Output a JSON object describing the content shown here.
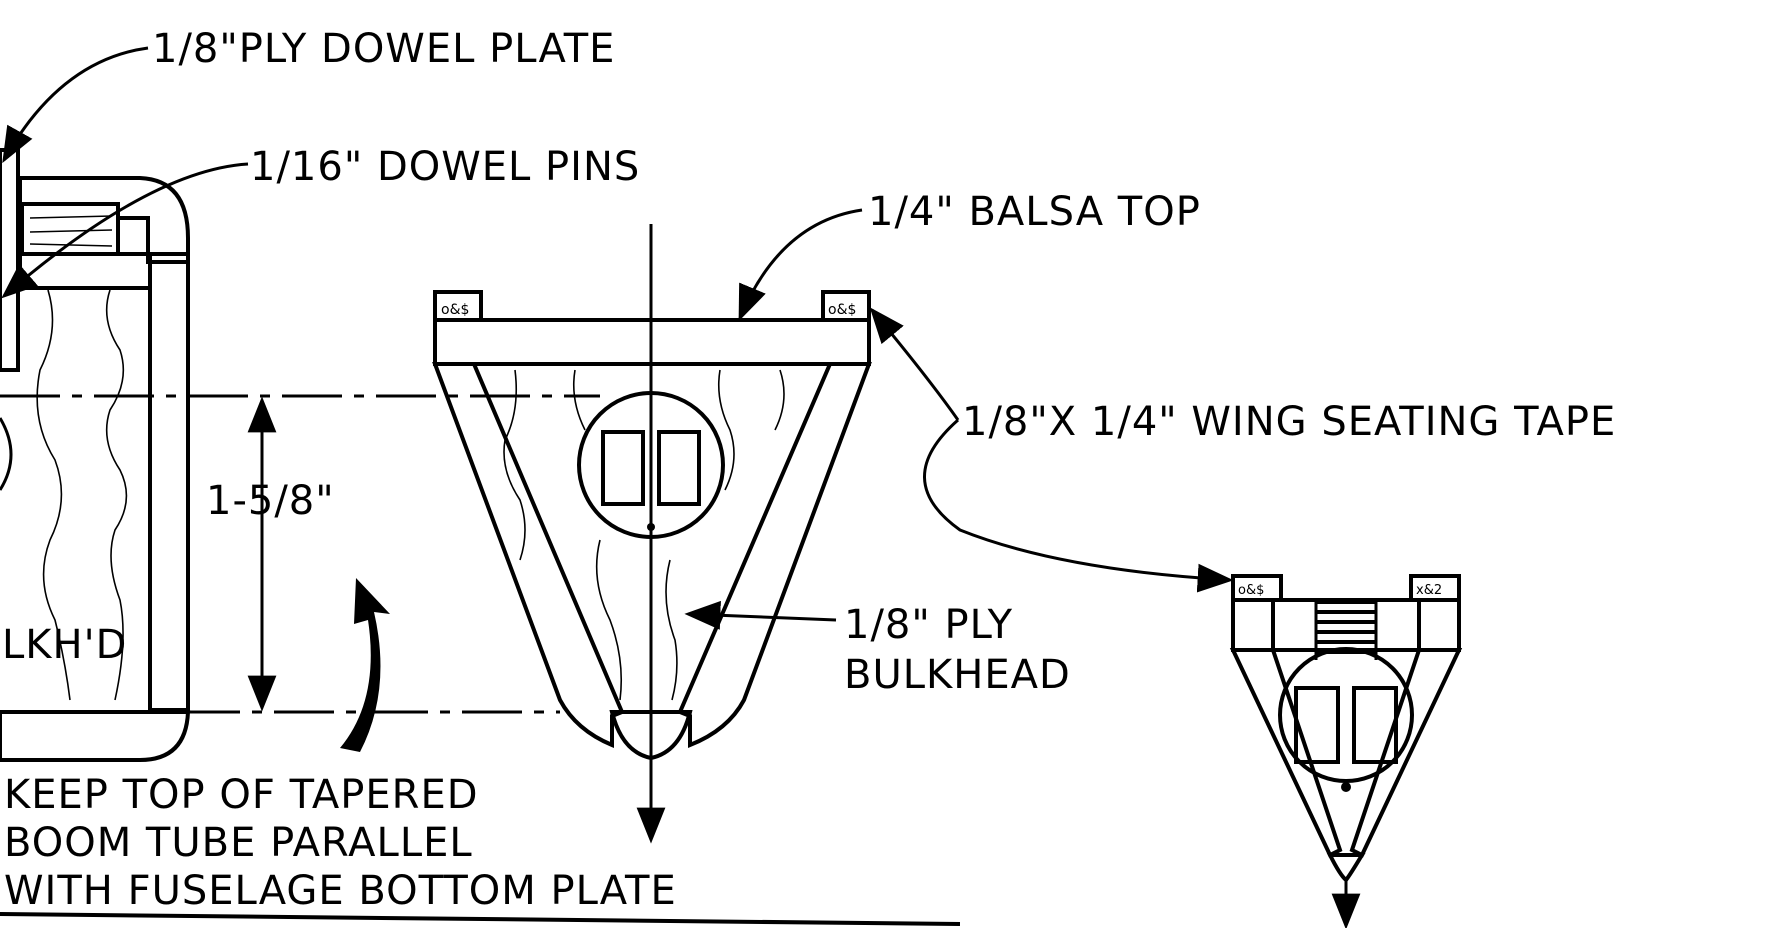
{
  "labels": {
    "dowel_plate": "1/8\"PLY DOWEL PLATE",
    "dowel_pins": "1/16\" DOWEL PINS",
    "balsa_top": "1/4\" BALSA TOP",
    "wing_tape": "1/8\"X 1/4\" WING SEATING TAPE",
    "dimension": "1-5/8\"",
    "bulkhead_line1": "1/8\" PLY",
    "bulkhead_line2": "BULKHEAD",
    "lkhd": "LKH'D",
    "note_line1": "KEEP TOP OF TAPERED",
    "note_line2": "BOOM TUBE PARALLEL",
    "note_line3": "WITH FUSELAGE BOTTOM  PLATE"
  },
  "colors": {
    "ink": "#000000",
    "paper": "#ffffff"
  }
}
